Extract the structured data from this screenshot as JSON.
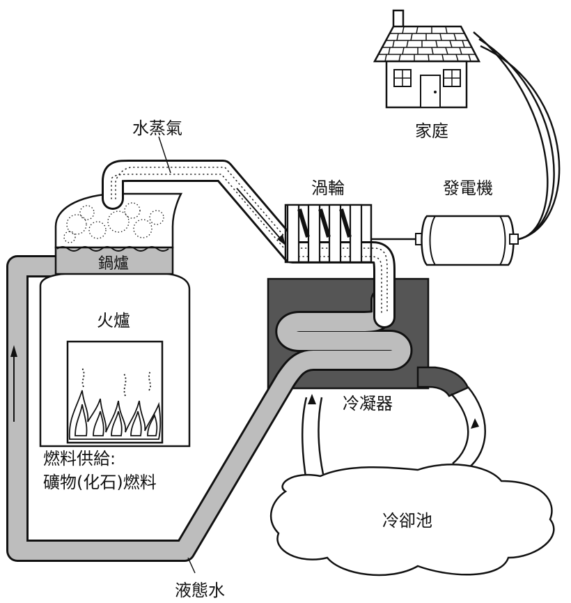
{
  "labels": {
    "steam": "水蒸氣",
    "boiler": "鍋爐",
    "furnace": "火爐",
    "fuel_line1": "燃料供給:",
    "fuel_line2": "礦物(化石)燃料",
    "turbine": "渦輪",
    "generator": "發電機",
    "house": "家庭",
    "condenser": "冷凝器",
    "cooling_pond": "冷卻池",
    "liquid_water": "液態水"
  },
  "icons": [
    "house-icon",
    "flame-icon",
    "turbine-icon",
    "generator-icon"
  ],
  "colors": {
    "line": "#111111",
    "water_pipe": "#bdbdbd",
    "condenser": "#555555",
    "steam": "#ffffff"
  }
}
